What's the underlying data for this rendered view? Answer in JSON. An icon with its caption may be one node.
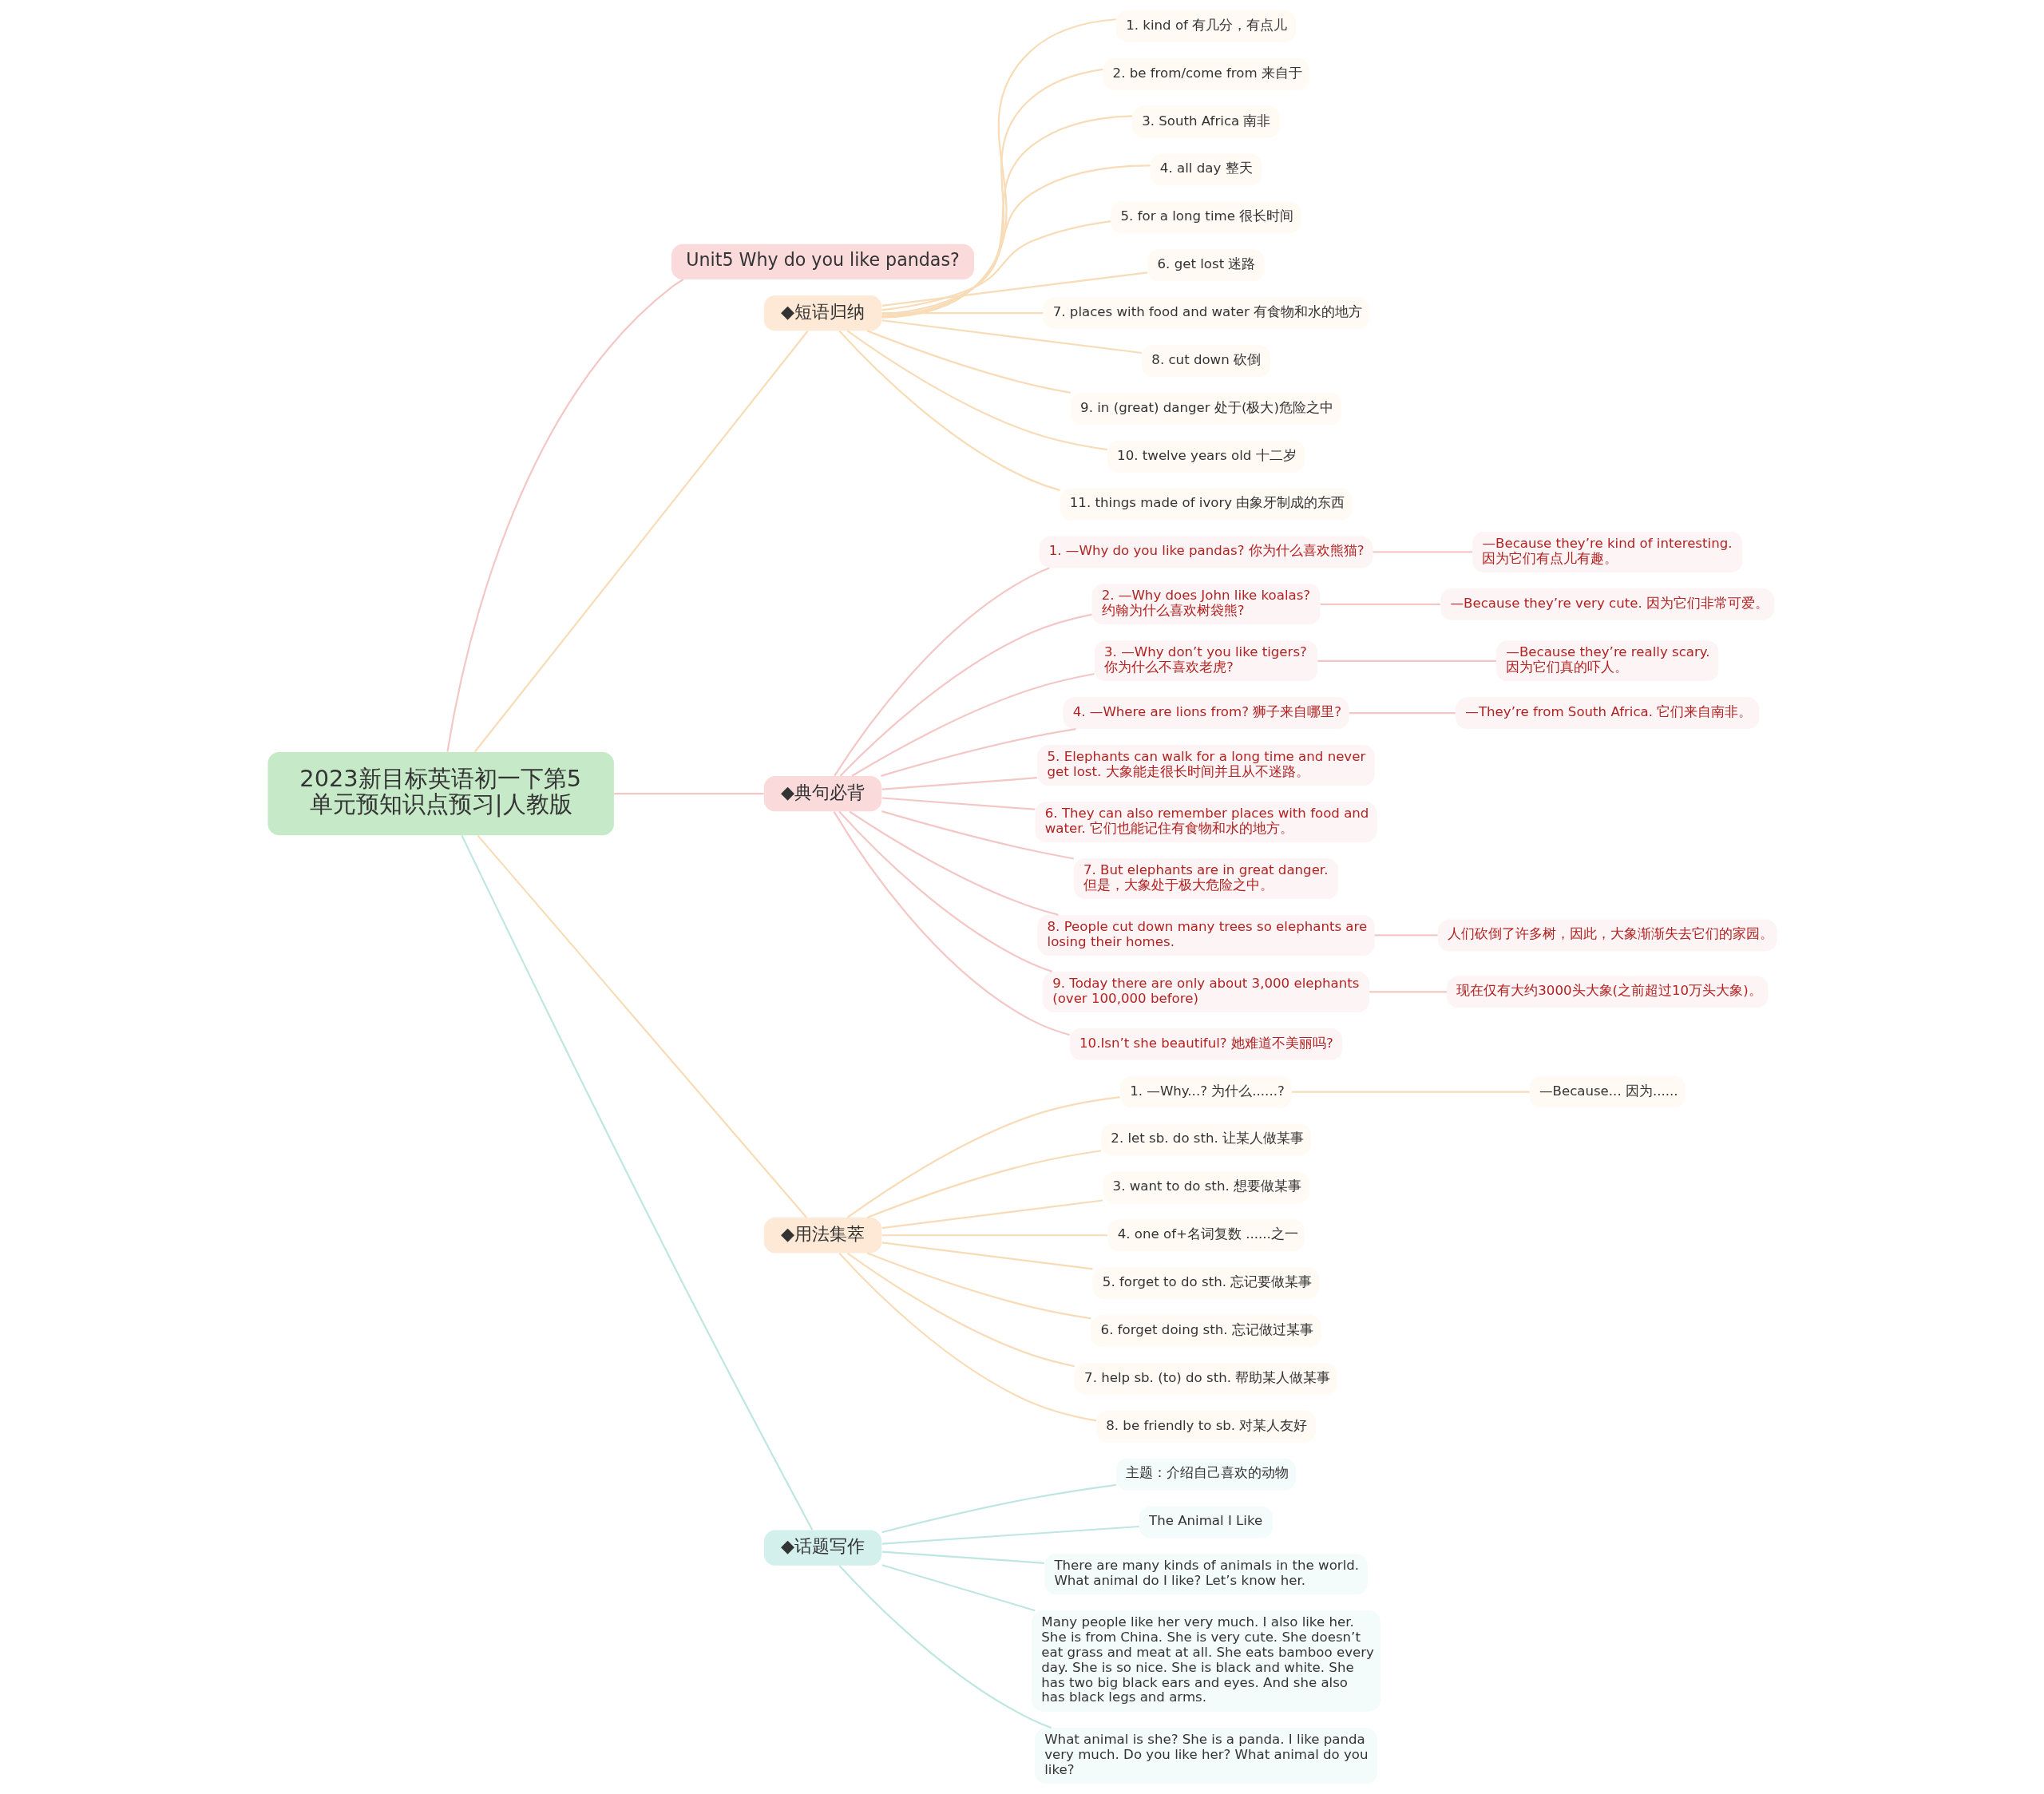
{
  "diagram": {
    "nodes": [
      {
        "text": [
          "2023新目标英语初一下第5单元预知识点预习|人教版"
        ]
      },
      {
        "text": [
          "Unit5 Why do you like pandas?"
        ]
      },
      {
        "text": [
          "◆短语归纳"
        ]
      },
      {
        "text": [
          "1. kind of 有几分，有点儿"
        ]
      },
      {
        "text": [
          "2. be from/come from 来自于"
        ]
      },
      {
        "text": [
          "3. South Africa 南非"
        ]
      },
      {
        "text": [
          "4. all day 整天"
        ]
      },
      {
        "text": [
          "5. for a long time 很长时间"
        ]
      },
      {
        "text": [
          "6. get lost 迷路"
        ]
      },
      {
        "text": [
          "7. places with food and water 有食物和水的地方"
        ]
      },
      {
        "text": [
          "8. cut down 砍倒"
        ]
      },
      {
        "text": [
          "9. in (great) danger 处于(极大)危险之中"
        ]
      },
      {
        "text": [
          "10. twelve years old 十二岁"
        ]
      },
      {
        "text": [
          "11. things made of ivory 由象牙制成的东西"
        ]
      },
      {
        "text": [
          "◆典句必背"
        ]
      },
      {
        "text": [
          "1. —Why do you like pandas? 你为什么喜欢熊猫?"
        ]
      },
      {
        "text": [
          "—Because they’re kind of interesting. 因为它们有点儿有趣。"
        ]
      },
      {
        "text": [
          "2. —Why does John like koalas? 约翰为什么喜欢树袋熊?"
        ]
      },
      {
        "text": [
          "—Because they’re very cute. 因为它们非常可爱。"
        ]
      },
      {
        "text": [
          "3. —Why don’t you like tigers? 你为什么不喜欢老虎?"
        ]
      },
      {
        "text": [
          "—Because they’re really scary. 因为它们真的吓人。"
        ]
      },
      {
        "text": [
          "4. —Where are lions from? 狮子来自哪里?"
        ]
      },
      {
        "text": [
          "—They’re from South Africa. 它们来自南非。"
        ]
      },
      {
        "text": [
          "5. Elephants can walk for a long time and never get lost. 大象能走很长时间并且从不迷路。"
        ]
      },
      {
        "text": [
          "6. They can also remember places with food and water. 它们也能记住有食物和水的地方。"
        ]
      },
      {
        "text": [
          "7. But elephants are in great danger. 但是，大象处于极大危险之中。"
        ]
      },
      {
        "text": [
          "8. People cut down many trees so elephants are losing their homes."
        ]
      },
      {
        "text": [
          "人们砍倒了许多树，因此，大象渐渐失去它们的家园。"
        ]
      },
      {
        "text": [
          "9. Today there are only about 3,000 elephants (over 100,000 before)"
        ]
      },
      {
        "text": [
          "现在仅有大约3000头大象(之前超过10万头大象)。"
        ]
      },
      {
        "text": [
          "10.Isn’t she beautiful? 她难道不美丽吗?"
        ]
      },
      {
        "text": [
          "◆用法集萃"
        ]
      },
      {
        "text": [
          "1. —Why...? 为什么......?"
        ]
      },
      {
        "text": [
          "—Because... 因为......"
        ]
      },
      {
        "text": [
          "2. let sb. do sth. 让某人做某事"
        ]
      },
      {
        "text": [
          "3. want to do sth. 想要做某事"
        ]
      },
      {
        "text": [
          "4. one of+名词复数 ......之一"
        ]
      },
      {
        "text": [
          "5. forget to do sth. 忘记要做某事"
        ]
      },
      {
        "text": [
          "6. forget doing sth. 忘记做过某事"
        ]
      },
      {
        "text": [
          "7. help sb. (to) do sth. 帮助某人做某事"
        ]
      },
      {
        "text": [
          "8. be friendly to sb. 对某人友好"
        ]
      },
      {
        "text": [
          "◆话题写作"
        ]
      },
      {
        "text": [
          "主题：介绍自己喜欢的动物"
        ]
      },
      {
        "text": [
          "The Animal I Like"
        ]
      },
      {
        "text": [
          "There are many kinds of animals in the world. What animal do I like? Let’s know her."
        ]
      },
      {
        "text": [
          "Many people like her very much. I also like her. She is from China. She is very cute. She doesn’t eat grass and meat at all. She eats bamboo every day. She is so nice. She is black and white. She has two big black ears and eyes. And she also has black legs and arms."
        ]
      },
      {
        "text": [
          "What animal is she? She is a panda. I like panda very much. Do you like her? What animal do you like?"
        ]
      }
    ],
    "edges": [
      {
        "from": 0,
        "to": 1,
        "arrow": "none",
        "color": "#f4c7c7"
      },
      {
        "from": 0,
        "to": 2,
        "arrow": "none"
      },
      {
        "from": 2,
        "to": 3,
        "arrow": "none"
      },
      {
        "from": 2,
        "to": 4,
        "arrow": "none"
      },
      {
        "from": 2,
        "to": 5,
        "arrow": "none"
      },
      {
        "from": 2,
        "to": 6,
        "arrow": "none"
      },
      {
        "from": 2,
        "to": 7,
        "arrow": "none"
      },
      {
        "from": 2,
        "to": 8,
        "arrow": "none"
      },
      {
        "from": 2,
        "to": 9,
        "arrow": "none"
      },
      {
        "from": 2,
        "to": 10,
        "arrow": "none"
      },
      {
        "from": 2,
        "to": 11,
        "arrow": "none"
      },
      {
        "from": 2,
        "to": 12,
        "arrow": "none"
      },
      {
        "from": 2,
        "to": 13,
        "arrow": "none"
      },
      {
        "from": 0,
        "to": 14,
        "arrow": "none",
        "color": "#f4c7c7"
      },
      {
        "from": 14,
        "to": 15,
        "arrow": "none",
        "color": "#f4c7c7"
      },
      {
        "from": 15,
        "to": 16,
        "arrow": "none",
        "color": "#f4c7c7"
      },
      {
        "from": 14,
        "to": 17,
        "arrow": "none",
        "color": "#f4c7c7"
      },
      {
        "from": 17,
        "to": 18,
        "arrow": "none",
        "color": "#f4c7c7"
      },
      {
        "from": 14,
        "to": 19,
        "arrow": "none",
        "color": "#f4c7c7"
      },
      {
        "from": 19,
        "to": 20,
        "arrow": "none",
        "color": "#f4c7c7"
      },
      {
        "from": 14,
        "to": 21,
        "arrow": "none",
        "color": "#f4c7c7"
      },
      {
        "from": 21,
        "to": 22,
        "arrow": "none",
        "color": "#f4c7c7"
      },
      {
        "from": 14,
        "to": 23,
        "arrow": "none",
        "color": "#f4c7c7"
      },
      {
        "from": 14,
        "to": 24,
        "arrow": "none",
        "color": "#f4c7c7"
      },
      {
        "from": 14,
        "to": 25,
        "arrow": "none",
        "color": "#f4c7c7"
      },
      {
        "from": 14,
        "to": 26,
        "arrow": "none",
        "color": "#f4c7c7"
      },
      {
        "from": 26,
        "to": 27,
        "arrow": "none",
        "color": "#f4c7c7"
      },
      {
        "from": 14,
        "to": 28,
        "arrow": "none",
        "color": "#f4c7c7"
      },
      {
        "from": 28,
        "to": 29,
        "arrow": "none",
        "color": "#f4c7c7"
      },
      {
        "from": 14,
        "to": 30,
        "arrow": "none",
        "color": "#f4c7c7"
      },
      {
        "from": 0,
        "to": 31,
        "arrow": "none"
      },
      {
        "from": 31,
        "to": 32,
        "arrow": "none"
      },
      {
        "from": 32,
        "to": 33,
        "arrow": "none"
      },
      {
        "from": 31,
        "to": 34,
        "arrow": "none"
      },
      {
        "from": 31,
        "to": 35,
        "arrow": "none"
      },
      {
        "from": 31,
        "to": 36,
        "arrow": "none"
      },
      {
        "from": 31,
        "to": 37,
        "arrow": "none"
      },
      {
        "from": 31,
        "to": 38,
        "arrow": "none"
      },
      {
        "from": 31,
        "to": 39,
        "arrow": "none"
      },
      {
        "from": 31,
        "to": 40,
        "arrow": "none"
      },
      {
        "from": 0,
        "to": 41,
        "arrow": "none",
        "color": "#bfe6e0"
      },
      {
        "from": 41,
        "to": 42,
        "arrow": "none",
        "color": "#bfe6e0"
      },
      {
        "from": 41,
        "to": 43,
        "arrow": "none",
        "color": "#bfe6e0"
      },
      {
        "from": 41,
        "to": 44,
        "arrow": "none",
        "color": "#bfe6e0"
      },
      {
        "from": 41,
        "to": 45,
        "arrow": "none",
        "color": "#bfe6e0"
      },
      {
        "from": 41,
        "to": 46,
        "arrow": "none",
        "color": "#bfe6e0"
      }
    ]
  }
}
